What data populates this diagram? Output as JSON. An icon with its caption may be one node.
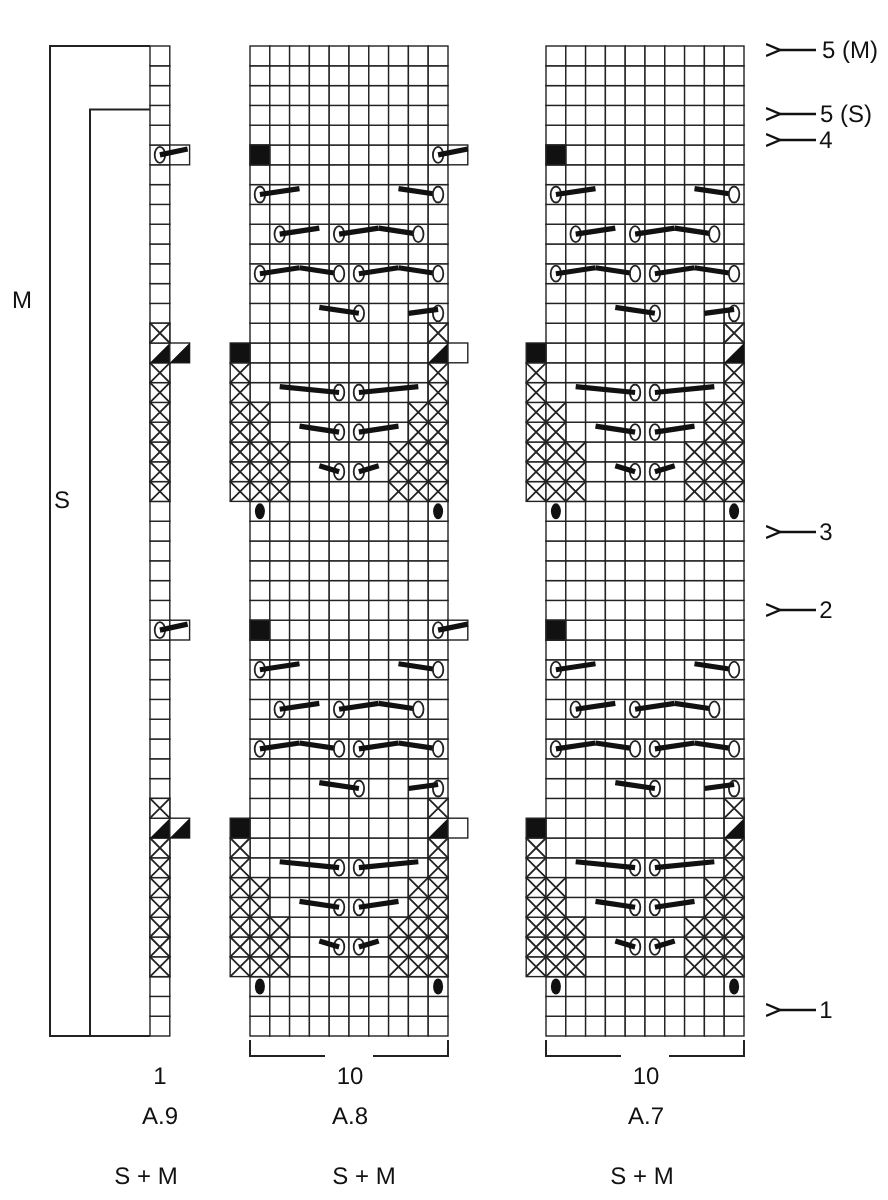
{
  "diagram": {
    "labels": [
      "5 (M)",
      "5 (S)",
      "4",
      "M",
      "S",
      "3",
      "2",
      "1",
      "1",
      "10",
      "10",
      "A.9",
      "A.8",
      "A.7",
      "S + M",
      "S + M",
      "S + M"
    ]
  }
}
